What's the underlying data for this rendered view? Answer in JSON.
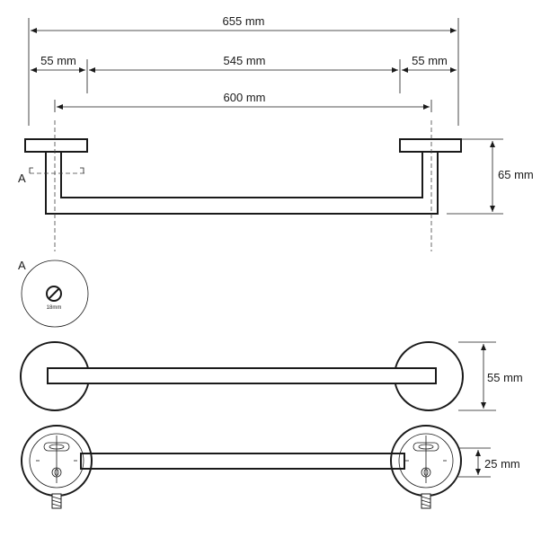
{
  "dimensions": {
    "overall_length": "655 mm",
    "left_base": "55 mm",
    "middle_span": "545 mm",
    "right_base": "55 mm",
    "center_to_center": "600 mm",
    "height": "65 mm",
    "base_diameter": "55 mm",
    "bar_offset": "25 mm"
  },
  "section": {
    "marker_left": "A",
    "marker_right": "",
    "detail_label": "A",
    "bar_size": "18mm"
  },
  "colors": {
    "line": "#1a1a1a",
    "background": "#ffffff"
  }
}
